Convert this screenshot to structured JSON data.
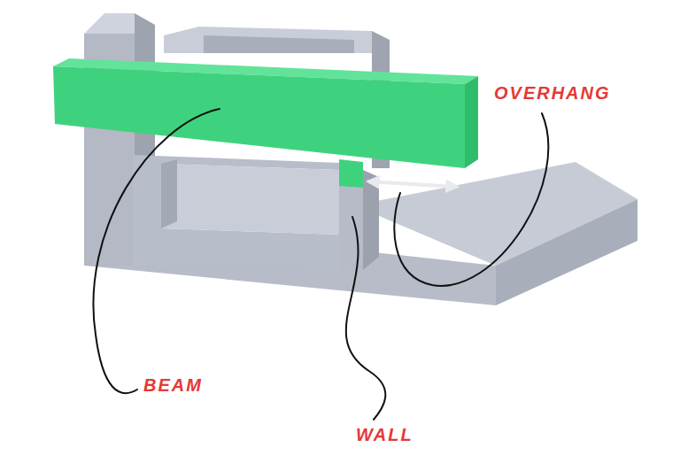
{
  "diagram": {
    "labels": [
      "OVERHANG",
      "BEAM",
      "WALL"
    ]
  }
}
